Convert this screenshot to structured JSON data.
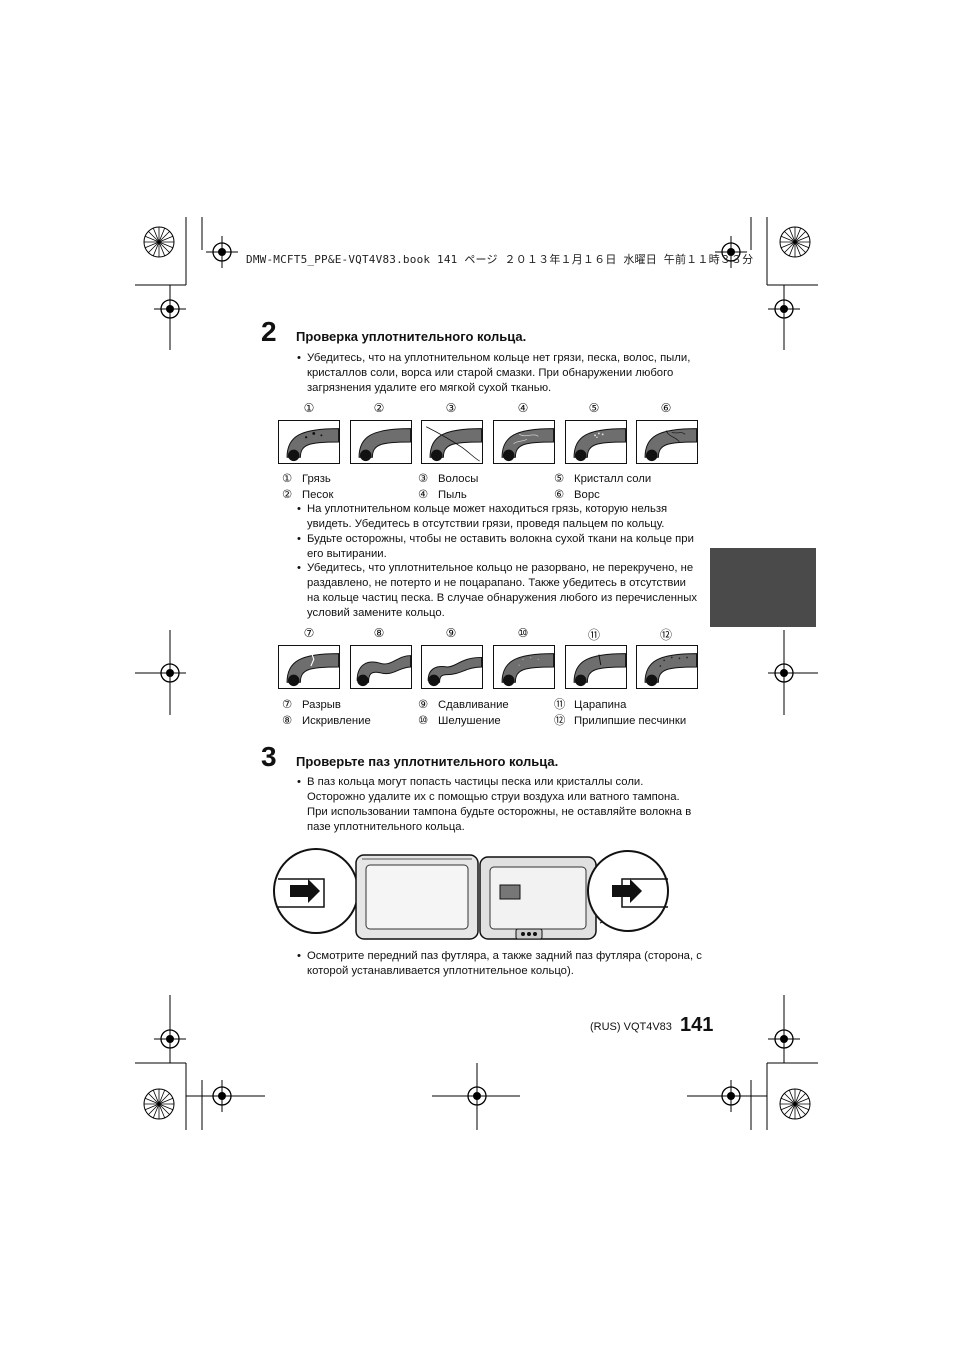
{
  "header": {
    "print_line": "DMW-MCFT5_PP&E-VQT4V83.book  141 ページ  ２０１３年１月１６日  水曜日  午前１１時３３分"
  },
  "step2": {
    "number": "2",
    "title": "Проверка уплотнительного кольца.",
    "intro_bullet": "Убедитесь, что на уплотнительном кольце нет грязи, песка, волос, пыли, кристаллов соли, ворса или старой смазки. При обнаружении любого загрязнения удалите его мягкой сухой тканью.",
    "figure1": {
      "labels": [
        "①",
        "②",
        "③",
        "④",
        "⑤",
        "⑥"
      ],
      "captions": [
        {
          "num": "①",
          "text": "Грязь"
        },
        {
          "num": "②",
          "text": "Песок"
        },
        {
          "num": "③",
          "text": "Волосы"
        },
        {
          "num": "④",
          "text": "Пыль"
        },
        {
          "num": "⑤",
          "text": "Кристалл соли"
        },
        {
          "num": "⑥",
          "text": "Ворс"
        }
      ]
    },
    "bullets": [
      "На уплотнительном кольце может находиться грязь, которую нельзя увидеть. Убедитесь в отсутствии грязи, проведя пальцем по кольцу.",
      "Будьте осторожны, чтобы не оставить волокна сухой ткани на кольце при его вытирании.",
      "Убедитесь, что уплотнительное кольцо не разорвано, не перекручено, не раздавлено, не потерто и не поцарапано. Также убедитесь в отсутствии на кольце частиц песка. В случае обнаружения любого из перечисленных условий замените кольцо."
    ],
    "figure2": {
      "labels": [
        "⑦",
        "⑧",
        "⑨",
        "⑩",
        "⑪",
        "⑫"
      ],
      "captions": [
        {
          "num": "⑦",
          "text": "Разрыв"
        },
        {
          "num": "⑧",
          "text": "Искривление"
        },
        {
          "num": "⑨",
          "text": "Сдавливание"
        },
        {
          "num": "⑩",
          "text": "Шелушение"
        },
        {
          "num": "⑪",
          "text": "Царапина"
        },
        {
          "num": "⑫",
          "text": "Прилипшие песчинки"
        }
      ]
    }
  },
  "step3": {
    "number": "3",
    "title": "Проверьте паз уплотнительного кольца.",
    "bullet": "В паз кольца могут попасть частицы песка или кристаллы соли. Осторожно удалите их с помощью струи воздуха или ватного тампона. При использовании тампона будьте осторожны, не оставляйте волокна в пазе уплотнительного кольца.",
    "final_bullet": "Осмотрите передний паз футляра, а также задний паз футляра (сторона, с которой устанавливается уплотнительное кольцо)."
  },
  "footer": {
    "code": "(RUS) VQT4V83",
    "page": "141"
  },
  "colors": {
    "ring_fill": "#6e6e6e",
    "side_tab": "#4a4a4a"
  }
}
